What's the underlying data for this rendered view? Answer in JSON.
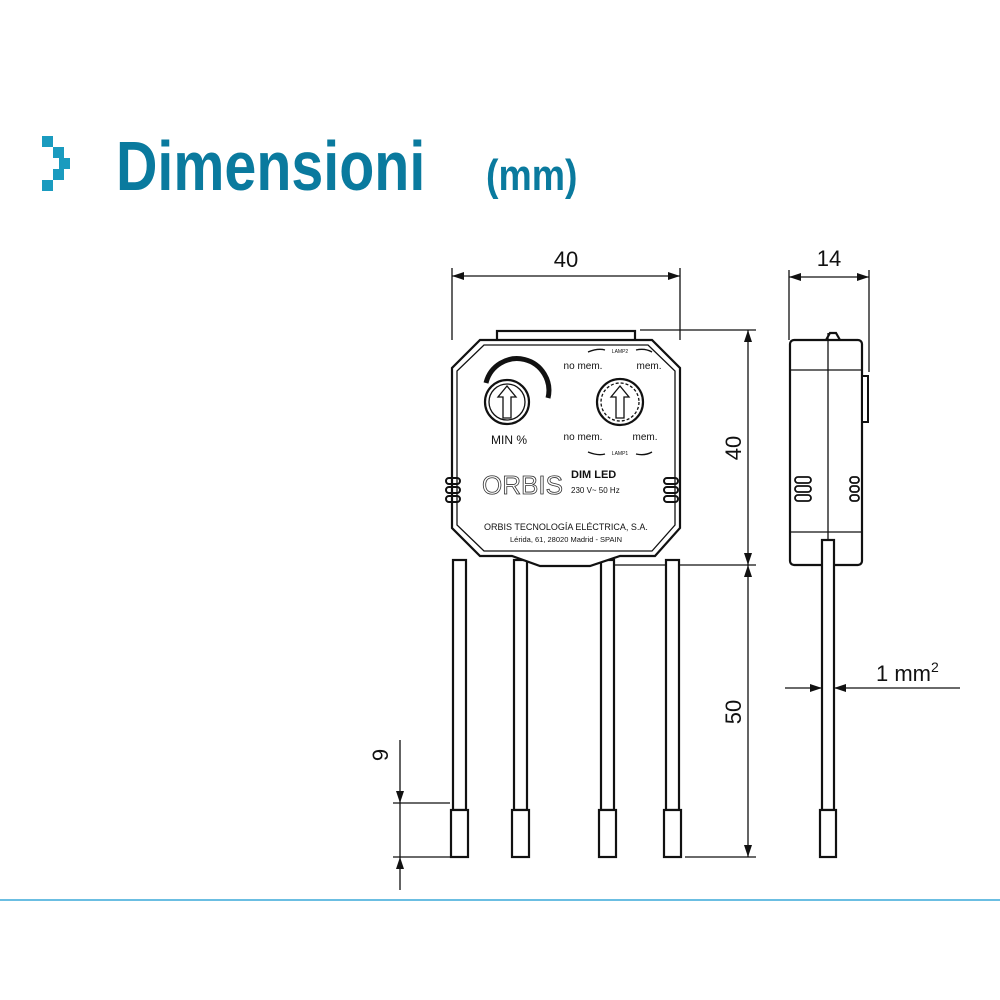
{
  "header": {
    "title": "Dimensioni",
    "unit": "(mm)",
    "icon": "chevron-pixel-icon",
    "accent_color": "#0a7a9e",
    "rule_color": "#3aa8d8"
  },
  "dimensions": {
    "width": "40",
    "height": "40",
    "wire_length": "50",
    "strip_length": "9",
    "depth": "14",
    "wire_section": "1 mm",
    "wire_section_sup": "2"
  },
  "device": {
    "knob_label": "MIN %",
    "lamp2": "LAMP2",
    "lamp1": "LAMP1",
    "no_mem_top": "no mem.",
    "mem_top": "mem.",
    "no_mem_bottom": "no mem.",
    "mem_bottom": "mem.",
    "brand": "ORBIS",
    "product": "DIM LED",
    "rating": "230 V~ 50 Hz",
    "company": "ORBIS TECNOLOGÍA ELÉCTRICA, S.A.",
    "address": "Lérida, 61, 28020 Madrid - SPAIN"
  }
}
